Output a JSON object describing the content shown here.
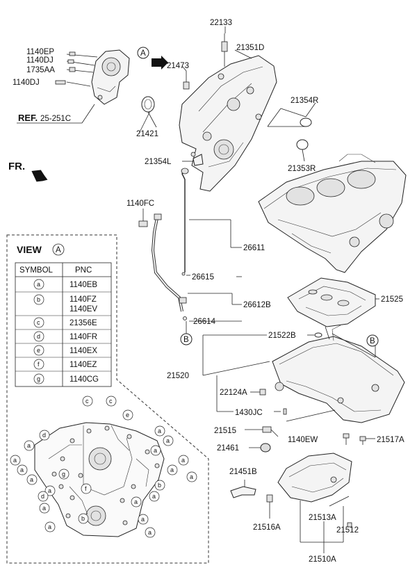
{
  "callouts": {
    "c22133": "22133",
    "c21351D": "21351D",
    "c1140EP": "1140EP",
    "c1140DJ_a": "1140DJ",
    "c1735AA": "1735AA",
    "c1140DJ_b": "1140DJ",
    "c21473": "21473",
    "c21421": "21421",
    "c21354R": "21354R",
    "c21354L": "21354L",
    "c21353R": "21353R",
    "c1140FC": "1140FC",
    "c26611": "26611",
    "c26615": "26615",
    "c26612B": "26612B",
    "c26614": "26614",
    "c21525": "21525",
    "c21522B": "21522B",
    "c21520": "21520",
    "c22124A": "22124A",
    "c1430JC": "1430JC",
    "c21515": "21515",
    "c21461": "21461",
    "c1140EW": "1140EW",
    "c21517A": "21517A",
    "c21451B": "21451B",
    "c21516A": "21516A",
    "c21513A": "21513A",
    "c21512": "21512",
    "c21510A": "21510A"
  },
  "ref": {
    "prefix": "REF.",
    "code": "25-251C"
  },
  "fr_label": "FR.",
  "marker_A": "A",
  "marker_B": "B",
  "view": {
    "title": "VIEW",
    "marker": "A",
    "headers": {
      "symbol": "SYMBOL",
      "pnc": "PNC"
    },
    "rows": [
      {
        "symbol": "a",
        "pnc": [
          "1140EB"
        ]
      },
      {
        "symbol": "b",
        "pnc": [
          "1140FZ",
          "1140EV"
        ]
      },
      {
        "symbol": "c",
        "pnc": [
          "21356E"
        ]
      },
      {
        "symbol": "d",
        "pnc": [
          "1140FR"
        ]
      },
      {
        "symbol": "e",
        "pnc": [
          "1140EX"
        ]
      },
      {
        "symbol": "f",
        "pnc": [
          "1140EZ"
        ]
      },
      {
        "symbol": "g",
        "pnc": [
          "1140CG"
        ]
      }
    ]
  },
  "bolt_symbols": {
    "a": "a",
    "b": "b",
    "c": "c",
    "d": "d",
    "e": "e",
    "f": "f",
    "g": "g"
  }
}
